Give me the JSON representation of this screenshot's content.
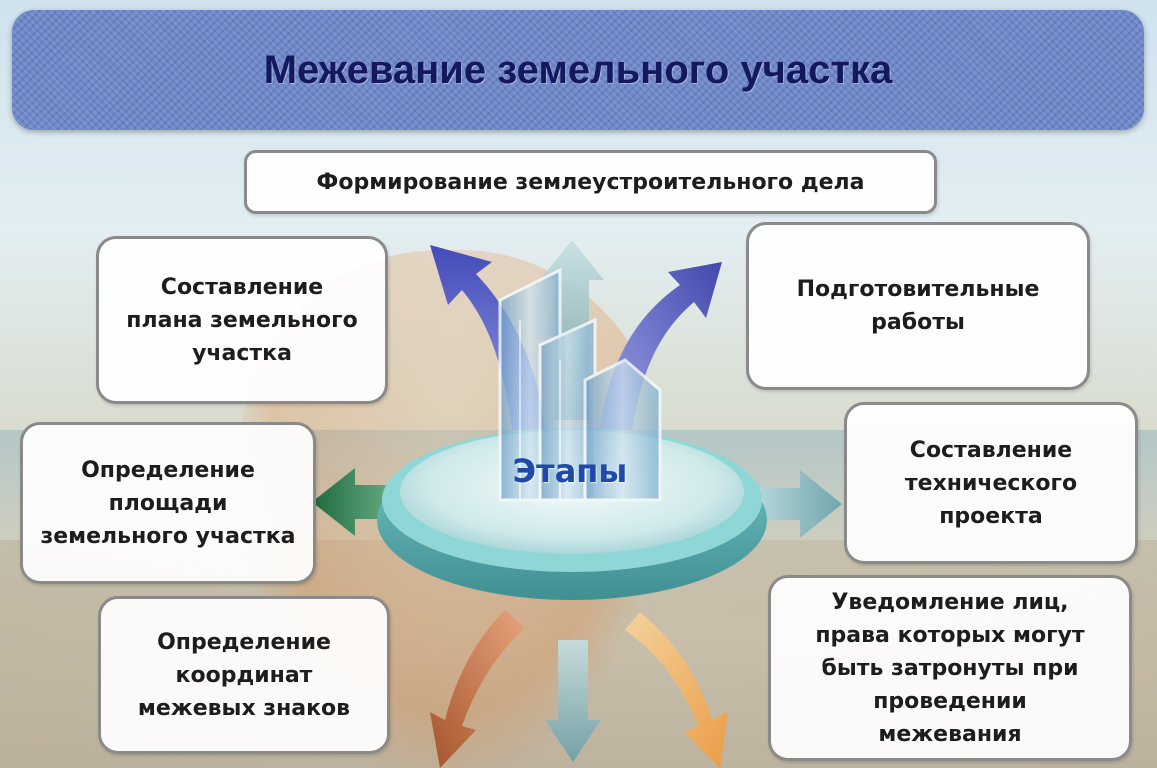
{
  "title": "Межевание земельного участка",
  "center_label": "Этапы",
  "stages": {
    "top": "Формирование землеустроительного дела",
    "top_left": "Составление\nплана земельного\nучастка",
    "top_right": "Подготовительные\nработы",
    "mid_left": "Определение\nплощади\nземельного участка",
    "mid_right": "Составление\nтехнического\nпроекта",
    "bottom_left": "Определение\nкоординат\nмежевых знаков",
    "bottom_right": "Уведомление лиц,\nправа которых могут\nбыть затронуты при\nпроведении\nмежевания"
  },
  "colors": {
    "header": "#6f88c8",
    "title": "#14185e",
    "arrow_blue": "#4a55c9",
    "arrow_green": "#2e7b4e",
    "arrow_teal": "#7fb3b8",
    "arrow_orange": "#f0a850",
    "arrow_brown": "#b0562a",
    "disc": "#7fd0d0"
  }
}
